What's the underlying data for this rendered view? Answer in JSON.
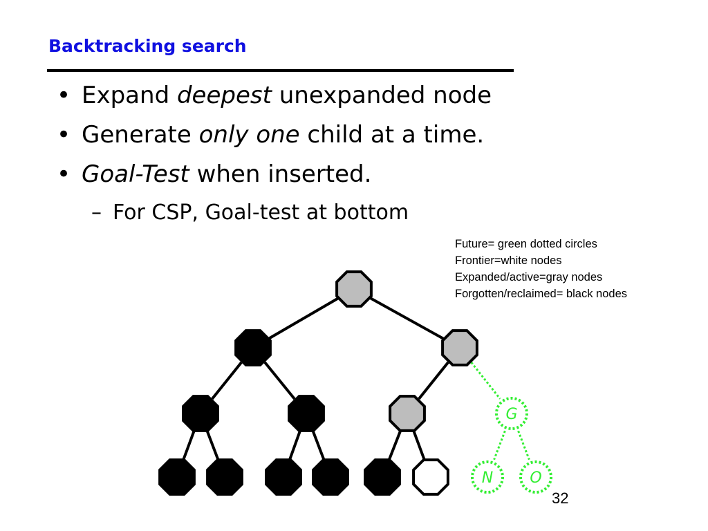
{
  "slide": {
    "title": "Backtracking search",
    "page_number": "32"
  },
  "bullets": [
    {
      "pre": "Expand ",
      "em": "deepest",
      "post": " unexpanded node"
    },
    {
      "pre": "Generate ",
      "em": "only one",
      "post": " child at a time."
    },
    {
      "pre": "",
      "em": "Goal-Test",
      "post": " when inserted."
    }
  ],
  "sub_bullet": {
    "text": "For CSP, Goal-test at bottom"
  },
  "legend": [
    "Future= green dotted circles",
    "Frontier=white nodes",
    "Expanded/active=gray nodes",
    "Forgotten/reclaimed= black nodes"
  ],
  "tree": {
    "colors": {
      "gray": "#bdbdbd",
      "black": "#000000",
      "white": "#ffffff",
      "future": "#33ee33"
    },
    "nodes": [
      {
        "id": "root",
        "state": "gray",
        "label": ""
      },
      {
        "id": "L1",
        "state": "black",
        "label": ""
      },
      {
        "id": "R1",
        "state": "gray",
        "label": ""
      },
      {
        "id": "LL",
        "state": "black",
        "label": ""
      },
      {
        "id": "LR",
        "state": "black",
        "label": ""
      },
      {
        "id": "RL",
        "state": "gray",
        "label": ""
      },
      {
        "id": "G",
        "state": "future",
        "label": "G"
      },
      {
        "id": "l1",
        "state": "black",
        "label": ""
      },
      {
        "id": "l2",
        "state": "black",
        "label": ""
      },
      {
        "id": "l3",
        "state": "black",
        "label": ""
      },
      {
        "id": "l4",
        "state": "black",
        "label": ""
      },
      {
        "id": "l5",
        "state": "black",
        "label": ""
      },
      {
        "id": "l6",
        "state": "white",
        "label": ""
      },
      {
        "id": "N",
        "state": "future",
        "label": "N"
      },
      {
        "id": "O",
        "state": "future",
        "label": "O"
      }
    ],
    "edges": [
      {
        "from": "root",
        "to": "L1",
        "state": "solid"
      },
      {
        "from": "root",
        "to": "R1",
        "state": "solid"
      },
      {
        "from": "L1",
        "to": "LL",
        "state": "solid"
      },
      {
        "from": "L1",
        "to": "LR",
        "state": "solid"
      },
      {
        "from": "R1",
        "to": "RL",
        "state": "solid"
      },
      {
        "from": "R1",
        "to": "G",
        "state": "future"
      },
      {
        "from": "LL",
        "to": "l1",
        "state": "solid"
      },
      {
        "from": "LL",
        "to": "l2",
        "state": "solid"
      },
      {
        "from": "LR",
        "to": "l3",
        "state": "solid"
      },
      {
        "from": "LR",
        "to": "l4",
        "state": "solid"
      },
      {
        "from": "RL",
        "to": "l5",
        "state": "solid"
      },
      {
        "from": "RL",
        "to": "l6",
        "state": "solid"
      },
      {
        "from": "G",
        "to": "N",
        "state": "future"
      },
      {
        "from": "G",
        "to": "O",
        "state": "future"
      }
    ]
  }
}
